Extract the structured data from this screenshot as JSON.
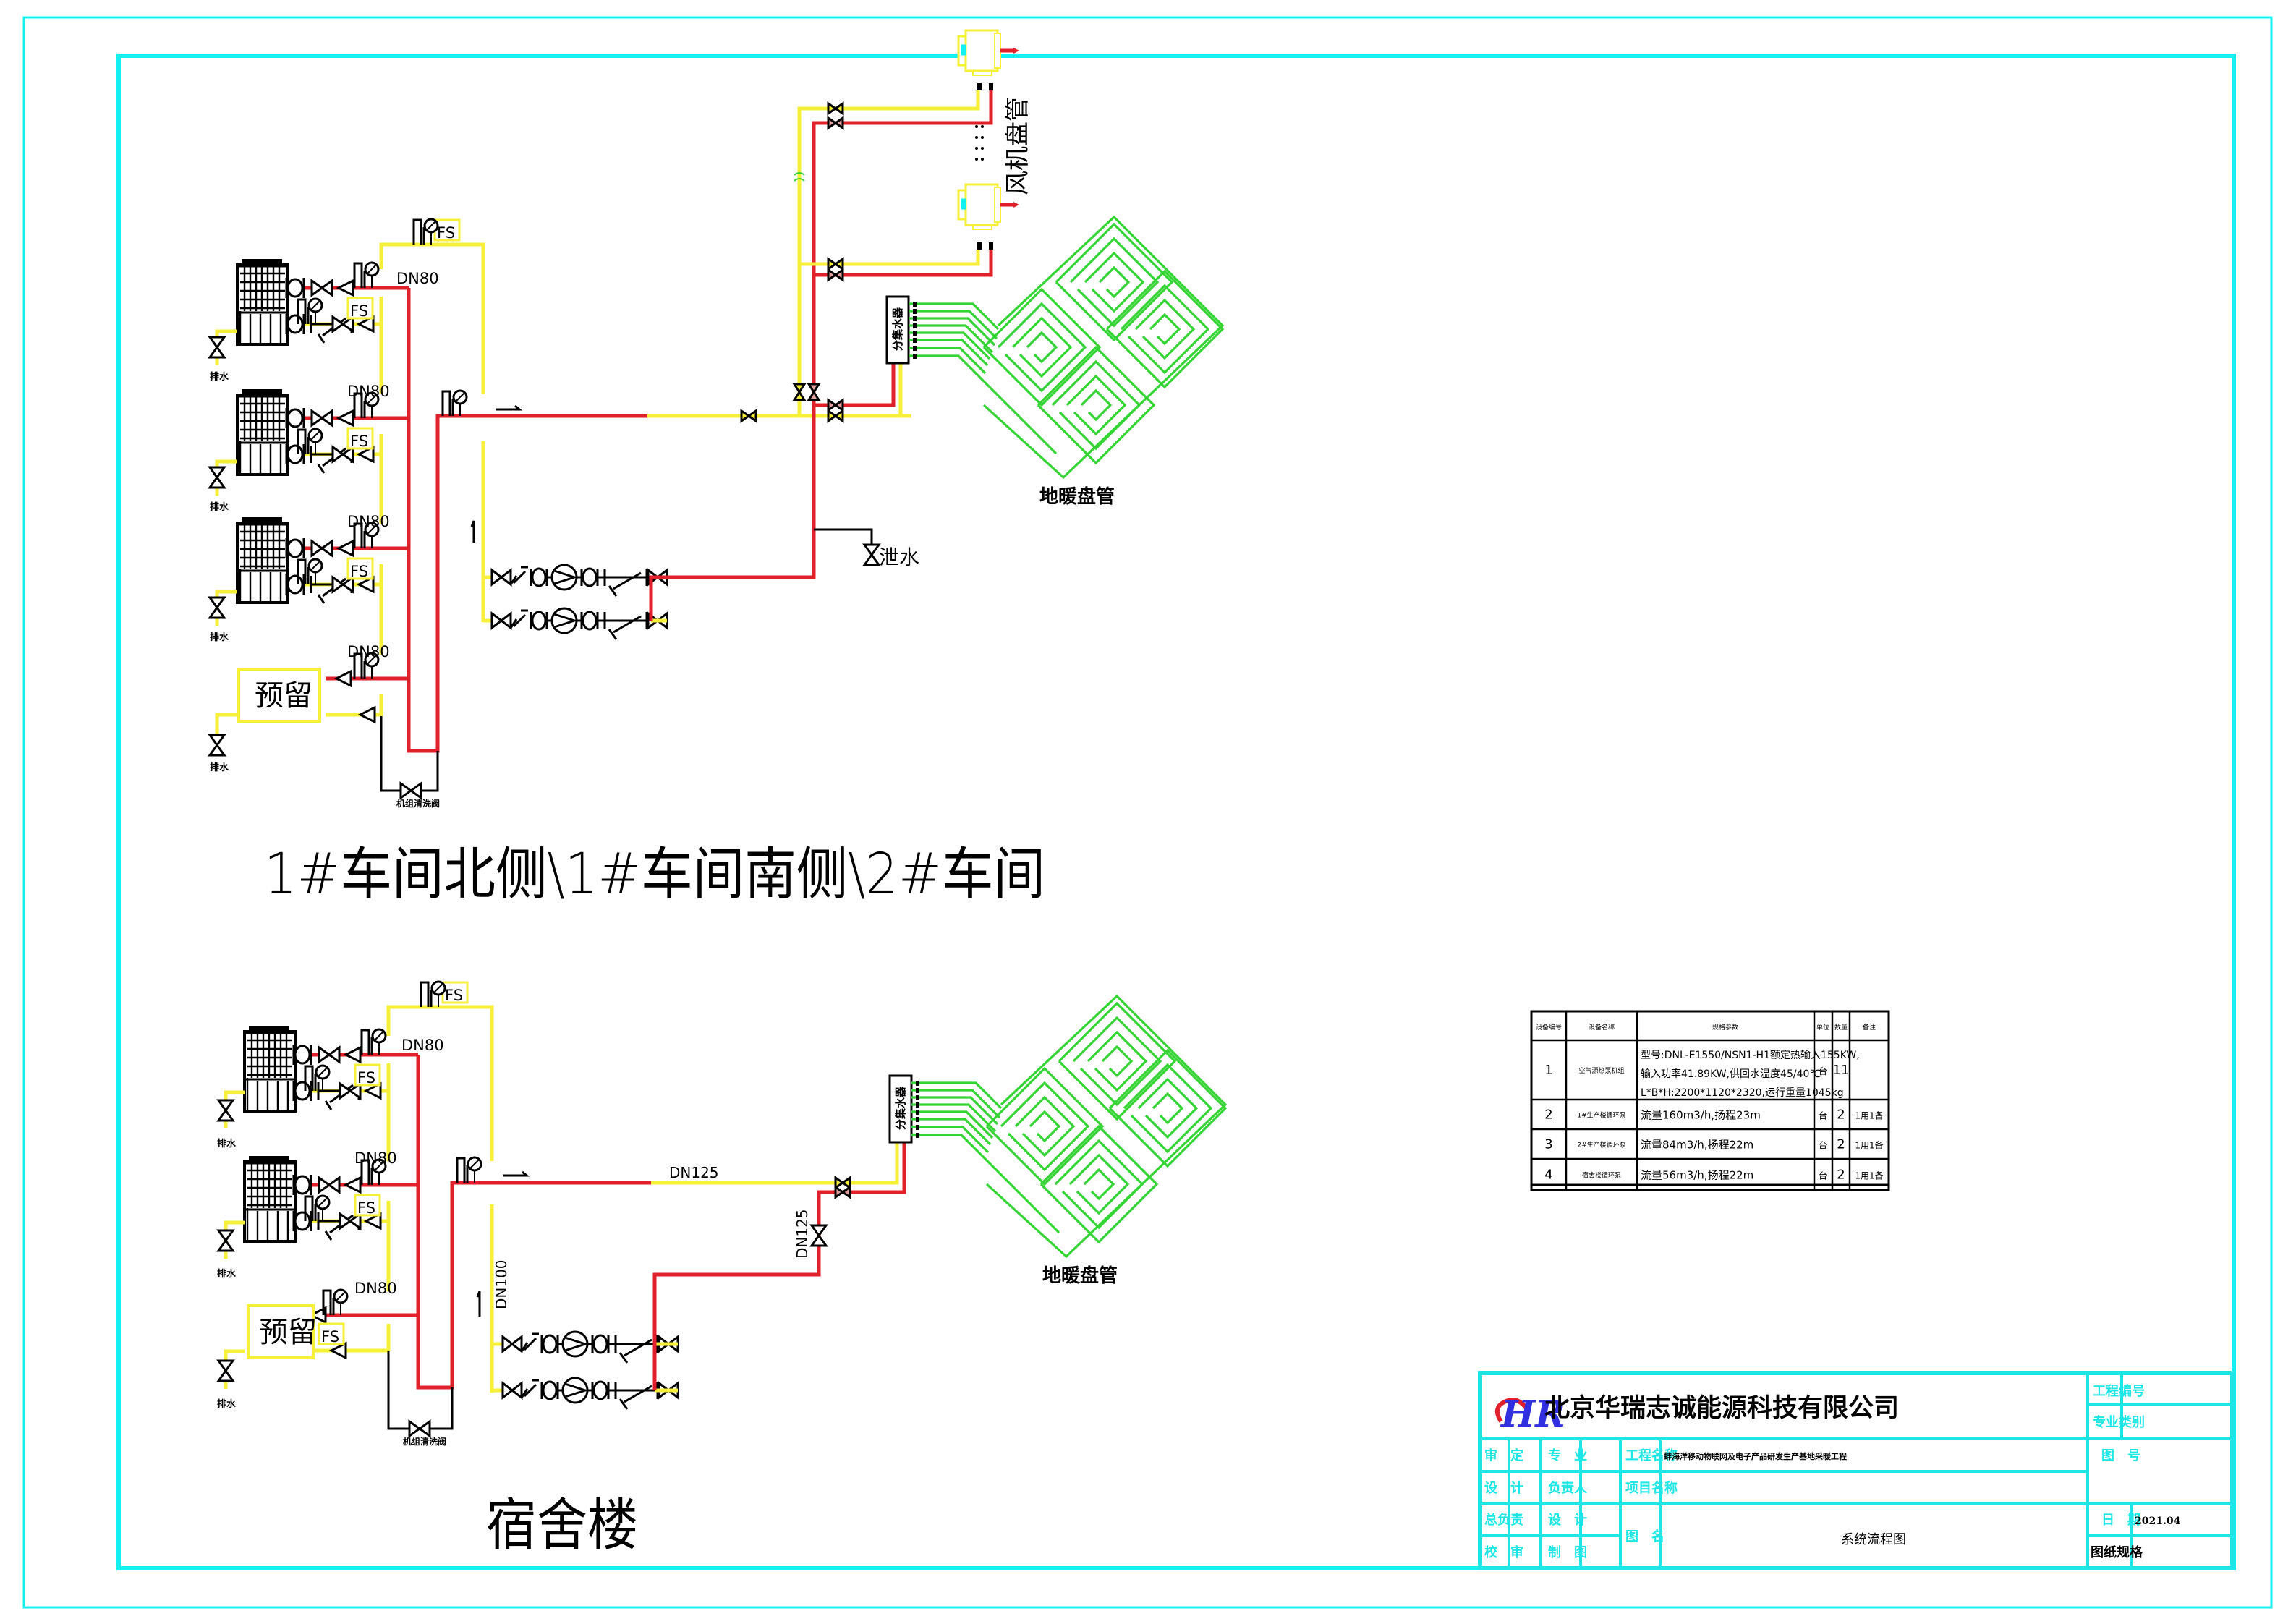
{
  "drawing": {
    "system_1": {
      "title": "1#车间北侧\\1#车间南侧\\2#车间",
      "pipe_labels": [
        "DN80",
        "DN80",
        "DN80",
        "DN80"
      ],
      "fs_label": "FS",
      "reserved_label": "预留",
      "drain_label": "排水",
      "cleaning_valve_label": "机组清洗阀",
      "relief_label": "泄水",
      "manifold_label": "分集水器",
      "floor_coil_label": "地暖盘管",
      "fan_coil_label": "风机盘管",
      "unit_count": 3
    },
    "system_2": {
      "title": "宿舍楼",
      "pipe_labels": [
        "DN80",
        "DN80",
        "DN80"
      ],
      "main_supply_label": "DN125",
      "riser_label": "DN125",
      "return_label": "DN100",
      "fs_label": "FS",
      "reserved_label": "预留",
      "drain_label": "排水",
      "cleaning_valve_label": "机组清洗阀",
      "manifold_label": "分集水器",
      "floor_coil_label": "地暖盘管",
      "unit_count": 2
    }
  },
  "equipment_table": {
    "headers": [
      "设备编号",
      "设备名称",
      "规格参数",
      "单位",
      "数量",
      "备注"
    ],
    "rows": [
      {
        "no": "1",
        "name": "空气源热泵机组",
        "spec": [
          "型号:DNL-E1550/NSN1-H1额定热输入155KW,",
          "输入功率41.89KW,供回水温度45/40℃",
          "L*B*H:2200*1120*2320,运行重量1045kg"
        ],
        "unit": "台",
        "qty": "11",
        "remark": ""
      },
      {
        "no": "2",
        "name": "1#生产楼循环泵",
        "spec": [
          "流量160m3/h,扬程23m"
        ],
        "unit": "台",
        "qty": "2",
        "remark": "1用1备"
      },
      {
        "no": "3",
        "name": "2#生产楼循环泵",
        "spec": [
          "流量84m3/h,扬程22m"
        ],
        "unit": "台",
        "qty": "2",
        "remark": "1用1备"
      },
      {
        "no": "4",
        "name": "宿舍楼循环泵",
        "spec": [
          "流量56m3/h,扬程22m"
        ],
        "unit": "台",
        "qty": "2",
        "remark": "1用1备"
      }
    ]
  },
  "title_block": {
    "logo": "HR",
    "company": "北京华瑞志诚能源科技有限公司",
    "project_no_label": "工程编号",
    "discipline_type_label": "专业类别",
    "approve_label": "审　定",
    "design_label": "设　计",
    "chief_label": "总负责",
    "check_label": "校　审",
    "major_label": "专　业",
    "person_in_charge_label": "负责人",
    "design2_label": "设　计",
    "draw_label": "制　图",
    "project_name_label": "工程名称",
    "project_name": "蚌海洋移动物联网及电子产品研发生产基地采暖工程",
    "item_name_label": "项目名称",
    "item_name": "",
    "drawing_name_label": "图　名",
    "drawing_name": "系统流程图",
    "drawing_no_label": "图　号",
    "date_label": "日　期",
    "date": "2021.04",
    "sheet_size_label": "图纸规格"
  },
  "colors": {
    "frame": "#12f0f0",
    "supply_pipe": "#e0202a",
    "return_pipe": "#f6f03a",
    "floor_coil": "#33d433"
  }
}
